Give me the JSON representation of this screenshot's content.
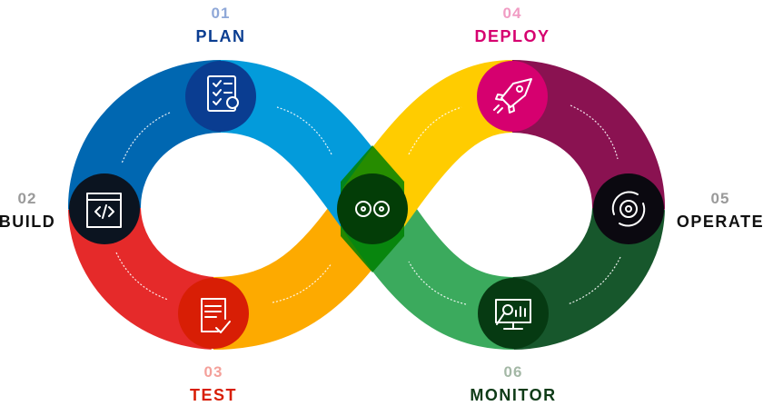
{
  "stages": [
    {
      "number": "01",
      "label": "PLAN",
      "icon": "checklist-icon"
    },
    {
      "number": "02",
      "label": "BUILD",
      "icon": "code-window-icon"
    },
    {
      "number": "03",
      "label": "TEST",
      "icon": "document-check-icon"
    },
    {
      "number": "04",
      "label": "DEPLOY",
      "icon": "rocket-icon"
    },
    {
      "number": "05",
      "label": "OPERATE",
      "icon": "gear-cycle-icon"
    },
    {
      "number": "06",
      "label": "MONITOR",
      "icon": "presentation-chart-icon"
    }
  ],
  "center_icon": "gears-cycle-icon",
  "colors": {
    "plan": "#0A3D91",
    "build": "#0B1420",
    "test": "#D81E05",
    "deploy": "#D6006F",
    "operate": "#0B0910",
    "monitor": "#063A12",
    "band_light_blue": "#039BDB",
    "band_blue": "#0067B1",
    "band_red": "#E52A2A",
    "band_orange": "#FDAA00",
    "band_yellow": "#FFCC00",
    "band_purple": "#8A1251",
    "band_dark_green": "#17572C",
    "band_green": "#3BAA5D"
  }
}
